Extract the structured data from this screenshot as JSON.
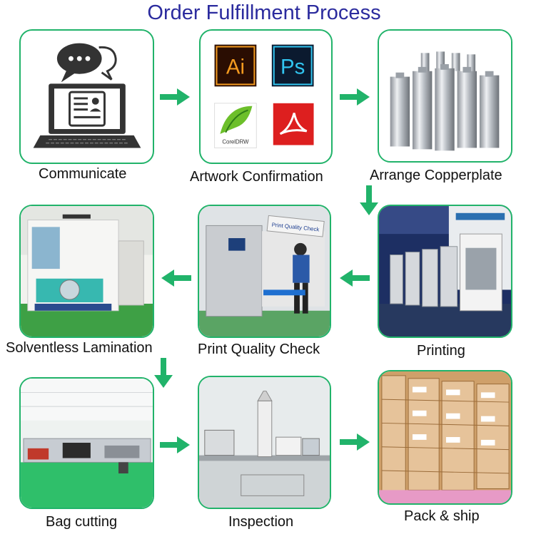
{
  "title": "Order Fulfillment Process",
  "accent_color": "#21b36a",
  "title_color": "#2b2b9e",
  "steps": [
    {
      "label": "Communicate",
      "icon": "chat-computer-icon"
    },
    {
      "label": "Artwork Confirmation",
      "icon": "design-software-icons",
      "software": [
        "Ai",
        "Ps",
        "CorelDRW",
        "PDF"
      ]
    },
    {
      "label": "Arrange Copperplate",
      "icon": "copper-cylinders-photo"
    },
    {
      "label": "Printing",
      "icon": "printing-press-photo"
    },
    {
      "label": "Print Quality Check",
      "icon": "quality-check-photo",
      "sign": "Print Quality Check"
    },
    {
      "label": "Solventless Lamination",
      "icon": "lamination-machine-photo"
    },
    {
      "label": "Bag cutting",
      "icon": "bag-cutting-photo"
    },
    {
      "label": "Inspection",
      "icon": "inspection-lab-photo"
    },
    {
      "label": "Pack & ship",
      "icon": "cartons-photo"
    }
  ]
}
